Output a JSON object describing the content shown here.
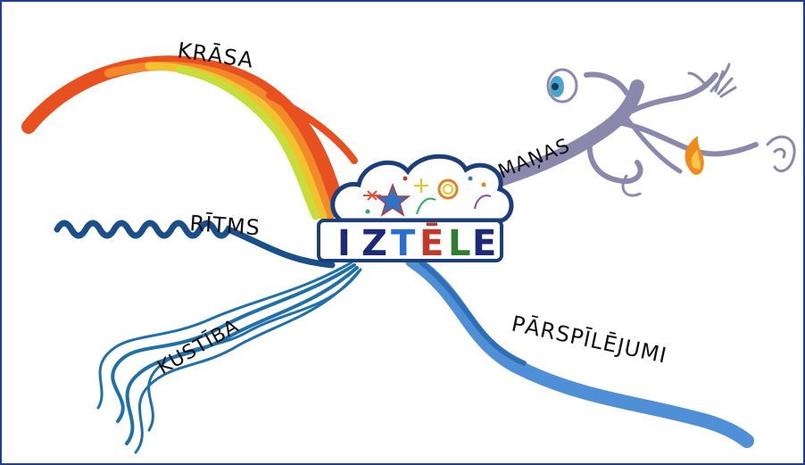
{
  "central_node": {
    "label": "IZTĒLE",
    "letters": [
      "I",
      "Z",
      "T",
      "Ē",
      "L",
      "E"
    ],
    "letter_colors": [
      "#1e2a78",
      "#1e2a78",
      "#2a6fd0",
      "#c0392b",
      "#2e7d32",
      "#1e2a78"
    ]
  },
  "branches": [
    {
      "id": "krasa",
      "label": "KRĀSA",
      "style": "rainbow"
    },
    {
      "id": "manas",
      "label": "MAŅAS",
      "style": "grey-purple"
    },
    {
      "id": "ritms",
      "label": "RĪTMS",
      "style": "dark-blue-wave"
    },
    {
      "id": "kustiba",
      "label": "KUSTĪBA",
      "style": "teal-strands"
    },
    {
      "id": "parspilejumi",
      "label": "PĀRSPĪLĒJUMI",
      "style": "light-blue"
    }
  ],
  "colors": {
    "frame": "#1f3f8f",
    "rainbow": [
      "#e8501f",
      "#f28a2a",
      "#f2c12e",
      "#c9dd3a"
    ],
    "manas": "#8c87ad",
    "ritms": "#1b4f8a",
    "kustiba": "#1f6fa8",
    "parspilejumi": "#4f8fd6"
  },
  "icons": [
    "eye-icon",
    "hand-icon",
    "flame-icon",
    "ear-icon",
    "nose-icon",
    "fireworks-icon"
  ]
}
